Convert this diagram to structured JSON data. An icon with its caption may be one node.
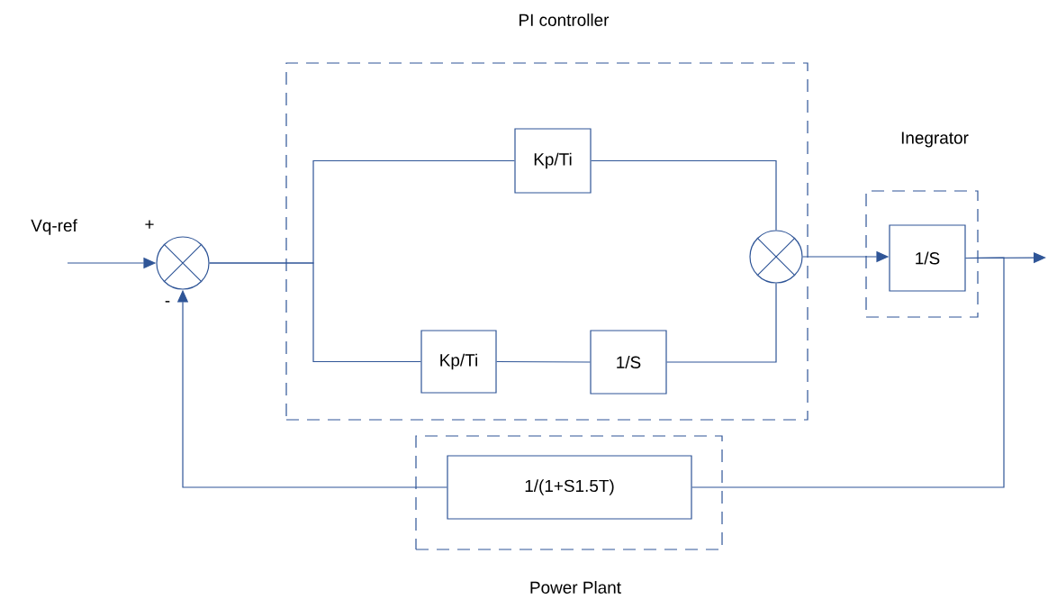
{
  "diagram": {
    "nodes": [
      {
        "text": [
          "PI controller"
        ]
      },
      {
        "text": [
          "Kp/Ti"
        ],
        "in": 0
      },
      {
        "text": [
          "Kp/Ti"
        ],
        "in": 0
      },
      {
        "text": [
          "1/S"
        ],
        "in": 0
      },
      {
        "text": [],
        "shape": "circle",
        "in": 0
      },
      {
        "text": [
          "Inegrator"
        ]
      },
      {
        "text": [
          "1/S"
        ],
        "in": 5
      },
      {
        "text": [
          "Power Plant"
        ]
      },
      {
        "text": [
          "1/(1+S1.5T)"
        ],
        "in": 7
      },
      {
        "text": [],
        "shape": "circle"
      }
    ],
    "edges": [
      {
        "from": null,
        "to": 9,
        "arrow": "to"
      },
      {
        "from": 9,
        "to": 1,
        "arrow": "none"
      },
      {
        "from": 9,
        "to": 2,
        "arrow": "none"
      },
      {
        "from": 1,
        "to": 4,
        "arrow": "none"
      },
      {
        "from": 2,
        "to": 3,
        "arrow": "none"
      },
      {
        "from": 3,
        "to": 4,
        "arrow": "none"
      },
      {
        "from": 4,
        "to": 6,
        "arrow": "to"
      },
      {
        "from": 6,
        "to": null,
        "arrow": "to"
      },
      {
        "from": 6,
        "to": 8,
        "arrow": "none"
      },
      {
        "from": 8,
        "to": 9,
        "arrow": "to"
      }
    ],
    "labels": [
      "Vq-ref",
      "+",
      "-"
    ]
  }
}
